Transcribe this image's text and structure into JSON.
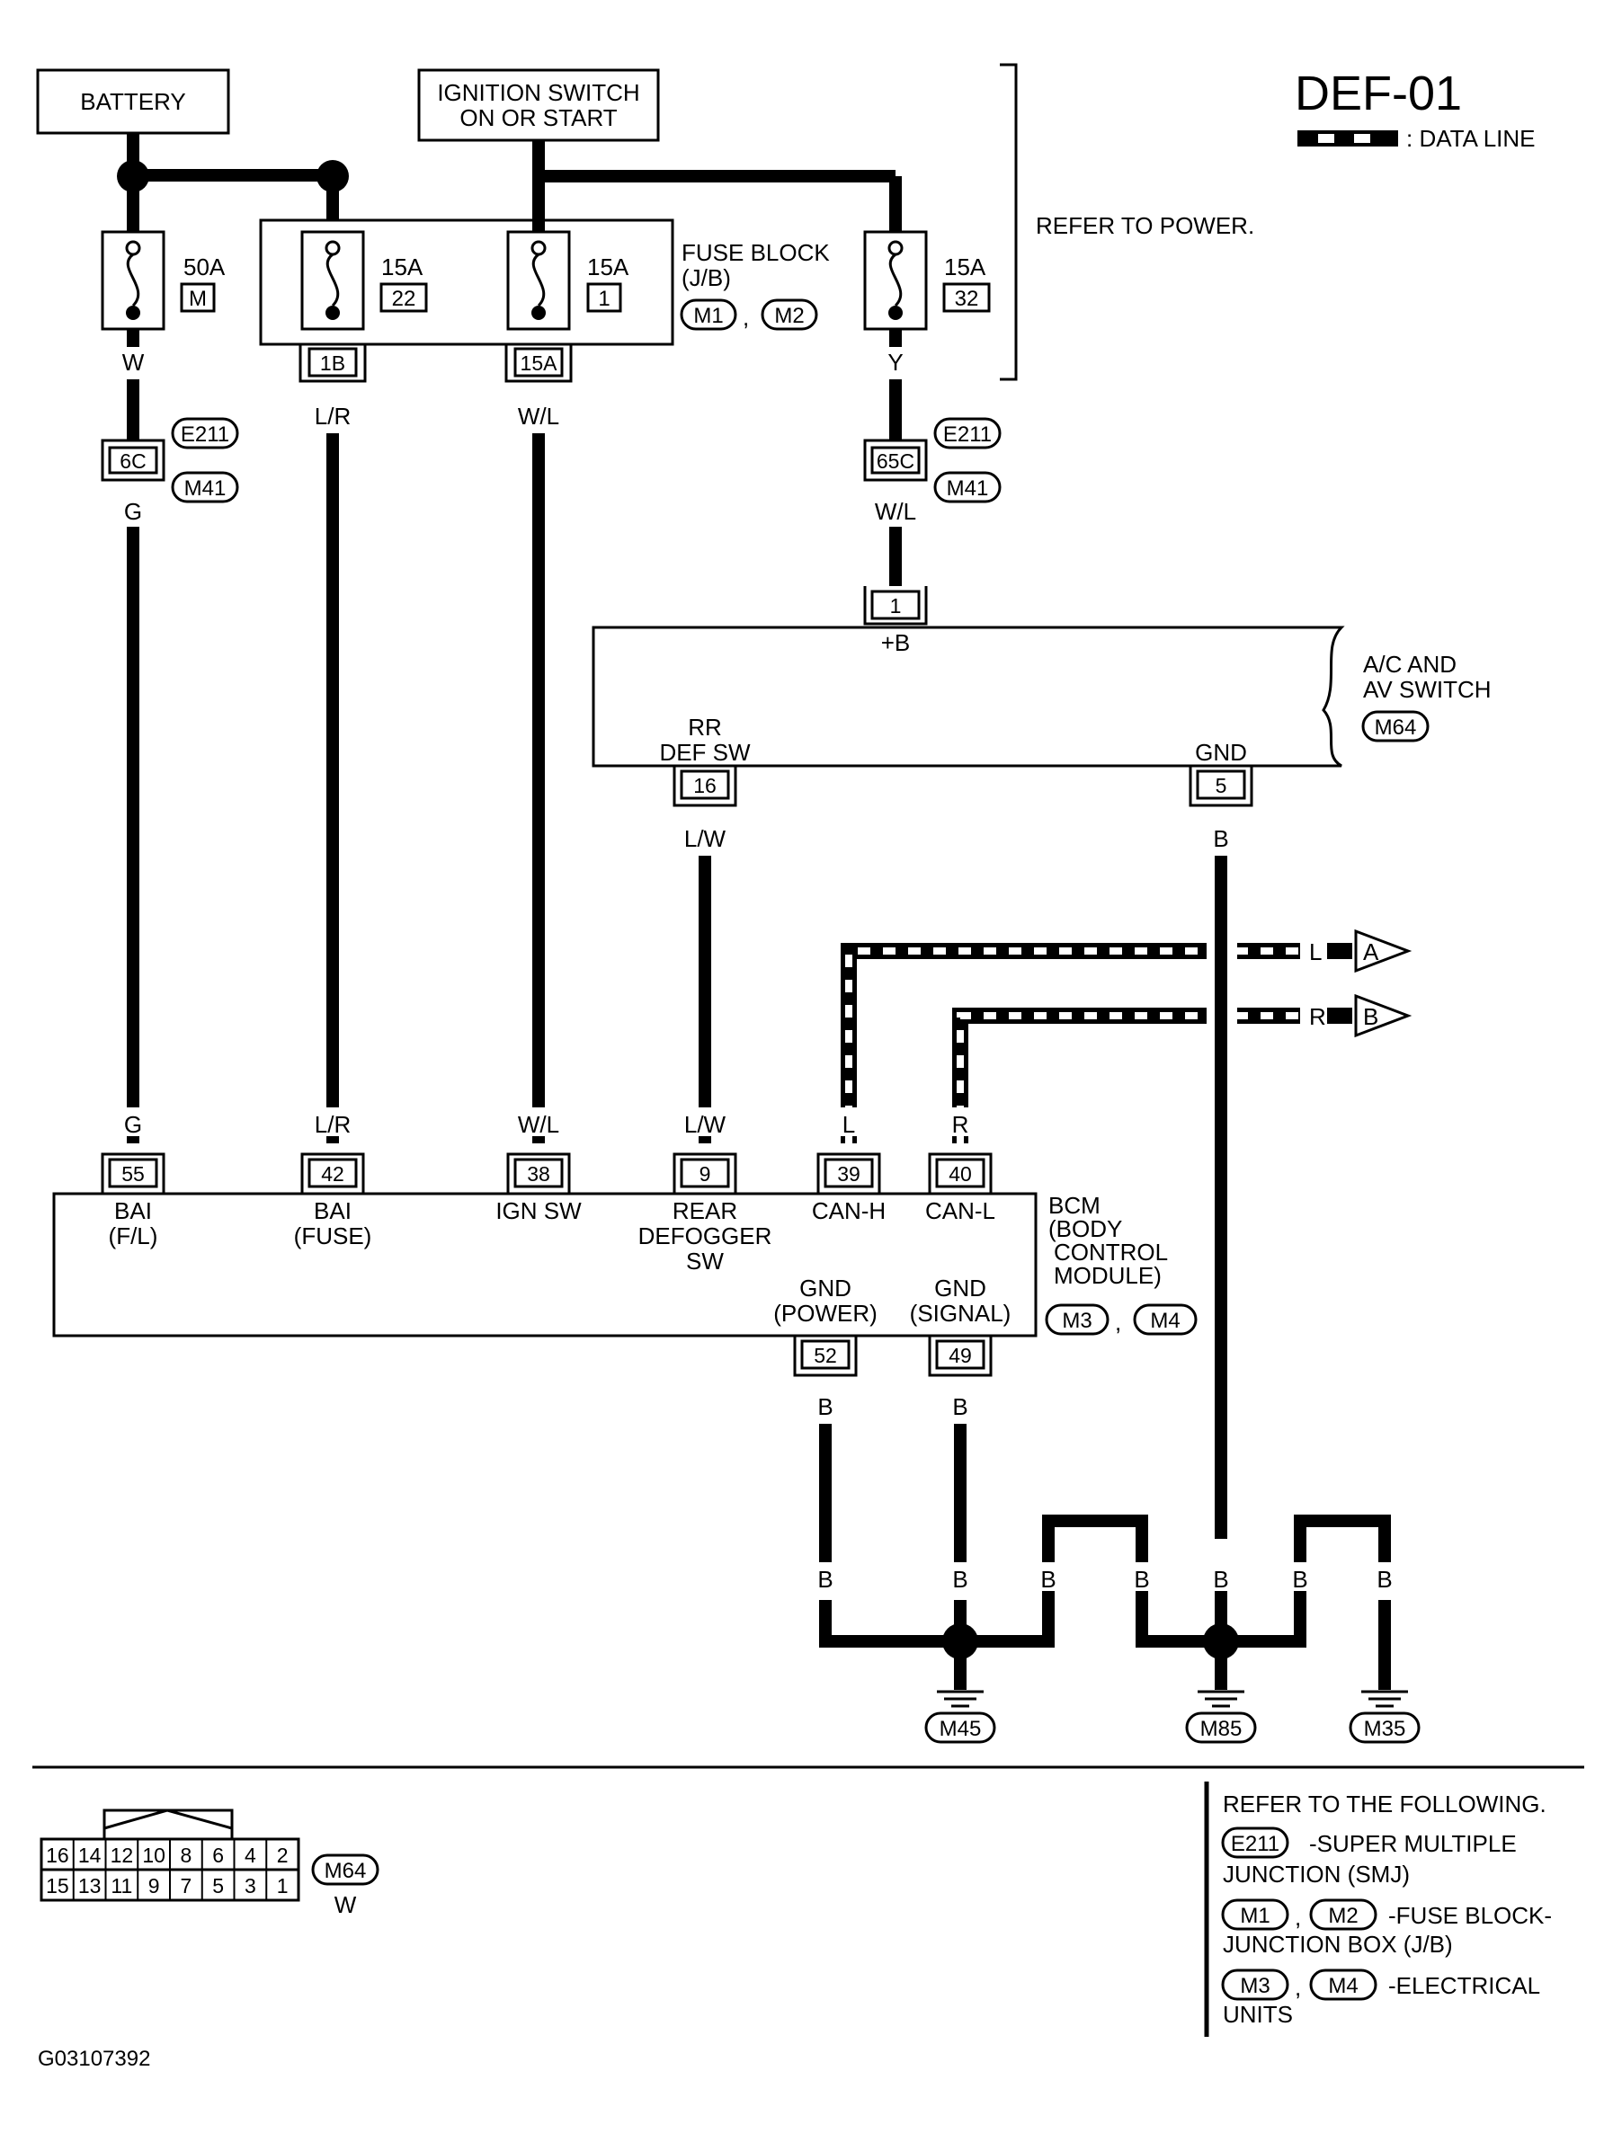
{
  "page": {
    "title": "DEF-01",
    "legend": ": DATA LINE",
    "refer_power": "REFER TO POWER.",
    "figure_id": "G03107392"
  },
  "sources": {
    "battery": "BATTERY",
    "ignition_line1": "IGNITION SWITCH",
    "ignition_line2": "ON OR START"
  },
  "fuses": {
    "f1_amp": "50A",
    "f1_no": "M",
    "f2_amp": "15A",
    "f2_no": "22",
    "f3_amp": "15A",
    "f3_no": "1",
    "f4_amp": "15A",
    "f4_no": "32",
    "block_line1": "FUSE BLOCK",
    "block_line2": "(J/B)",
    "block_conn1": "M1",
    "block_conn2": "M2",
    "block_sep": ",",
    "term_1b": "1B",
    "term_15a": "15A"
  },
  "wires": {
    "w": "W",
    "g": "G",
    "lr": "L/R",
    "wl": "W/L",
    "y": "Y",
    "lw": "L/W",
    "b": "B",
    "l": "L",
    "r": "R"
  },
  "connectors": {
    "e211": "E211",
    "m41": "M41",
    "pin_6c": "6C",
    "pin_65c": "65C",
    "m64": "M64",
    "m3": "M3",
    "m4": "M4",
    "comma": ",",
    "m45": "M45",
    "m85": "M85",
    "m35": "M35"
  },
  "ac_switch": {
    "name_line1": "A/C AND",
    "name_line2": "AV SWITCH",
    "pin1": "1",
    "pin1_label": "+B",
    "pin16": "16",
    "pin16_label1": "RR",
    "pin16_label2": "DEF SW",
    "pin5": "5",
    "pin5_label": "GND"
  },
  "bcm": {
    "name_line1": "BCM",
    "name_line2": "(BODY",
    "name_line3": "CONTROL",
    "name_line4": "MODULE)",
    "pins": [
      {
        "no": "55",
        "l1": "BAI",
        "l2": "(F/L)",
        "l3": ""
      },
      {
        "no": "42",
        "l1": "BAI",
        "l2": "(FUSE)",
        "l3": ""
      },
      {
        "no": "38",
        "l1": "IGN SW",
        "l2": "",
        "l3": ""
      },
      {
        "no": "9",
        "l1": "REAR",
        "l2": "DEFOGGER",
        "l3": "SW"
      },
      {
        "no": "39",
        "l1": "CAN-H",
        "l2": "",
        "l3": ""
      },
      {
        "no": "40",
        "l1": "CAN-L",
        "l2": "",
        "l3": ""
      }
    ],
    "gnd_power_l1": "GND",
    "gnd_power_l2": "(POWER)",
    "gnd_power_pin": "52",
    "gnd_signal_l1": "GND",
    "gnd_signal_l2": "(SIGNAL)",
    "gnd_signal_pin": "49"
  },
  "arrows": {
    "a": "A",
    "b": "B"
  },
  "connector_face": {
    "top_row": [
      "16",
      "14",
      "12",
      "10",
      "8",
      "6",
      "4",
      "2"
    ],
    "bottom_row": [
      "15",
      "13",
      "11",
      "9",
      "7",
      "5",
      "3",
      "1"
    ],
    "id": "M64",
    "color": "W"
  },
  "refer_box": {
    "heading": "REFER TO THE FOLLOWING.",
    "e211_desc1": "-SUPER MULTIPLE",
    "e211_desc2": "JUNCTION (SMJ)",
    "m1m2_desc1": "-FUSE BLOCK-",
    "m1m2_desc2": "JUNCTION BOX (J/B)",
    "m3m4_desc1": "-ELECTRICAL",
    "m3m4_desc2": "UNITS"
  }
}
